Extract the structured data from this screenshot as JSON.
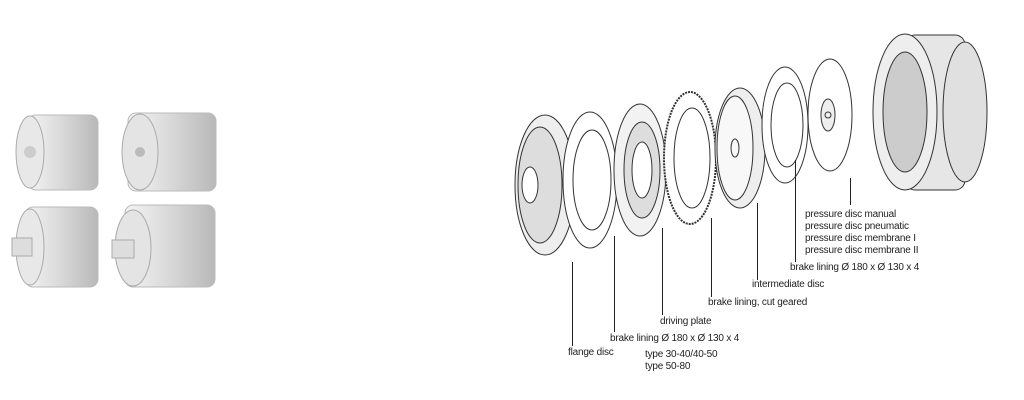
{
  "labels": {
    "flange_disc": "flange disc",
    "brake_lining_1": "brake lining Ø 180 x Ø 130 x 4",
    "type_1": "type 30-40/40-50",
    "type_2": "type 50-80",
    "driving_plate": "driving plate",
    "brake_lining_cut": "brake lining, cut  geared",
    "intermediate_disc": "intermediate disc",
    "brake_lining_2": "brake lining Ø 180 x Ø 130 x 4",
    "pressure_discs": [
      "pressure disc manual",
      "pressure disc pneumatic",
      "pressure disc membrane I",
      "pressure disc membrane II"
    ]
  }
}
